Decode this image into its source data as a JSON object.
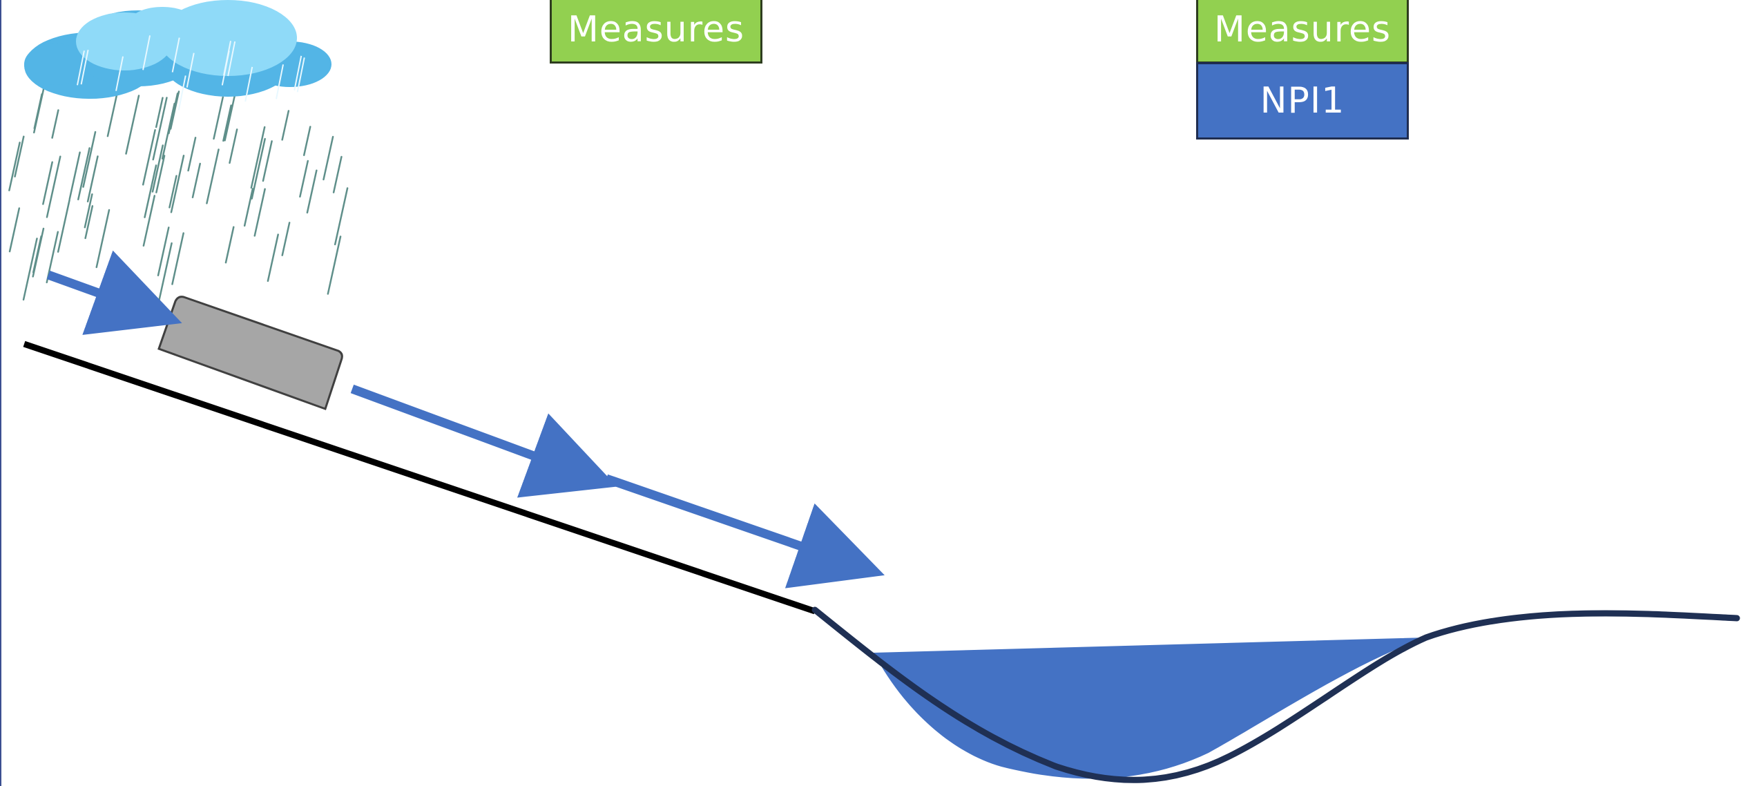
{
  "labels": {
    "measures_1": "Measures",
    "measures_2": "Measures",
    "npi": "NPI1"
  },
  "colors": {
    "measures_fill": "#92d050",
    "npi_fill": "#4472c4",
    "label_text": "#ffffff",
    "arrow": "#4472c4",
    "slope": "#000000",
    "ground": "#1f3054",
    "water": "#4472c4",
    "block_fill": "#a6a6a6",
    "block_stroke": "#404040",
    "cloud_light": "#8fdaf8",
    "cloud_dark": "#53b5e6",
    "rain": "#5f8f8a",
    "left_rule": "#3b4f91"
  },
  "icons": {
    "cloud": "rain-cloud-icon"
  }
}
